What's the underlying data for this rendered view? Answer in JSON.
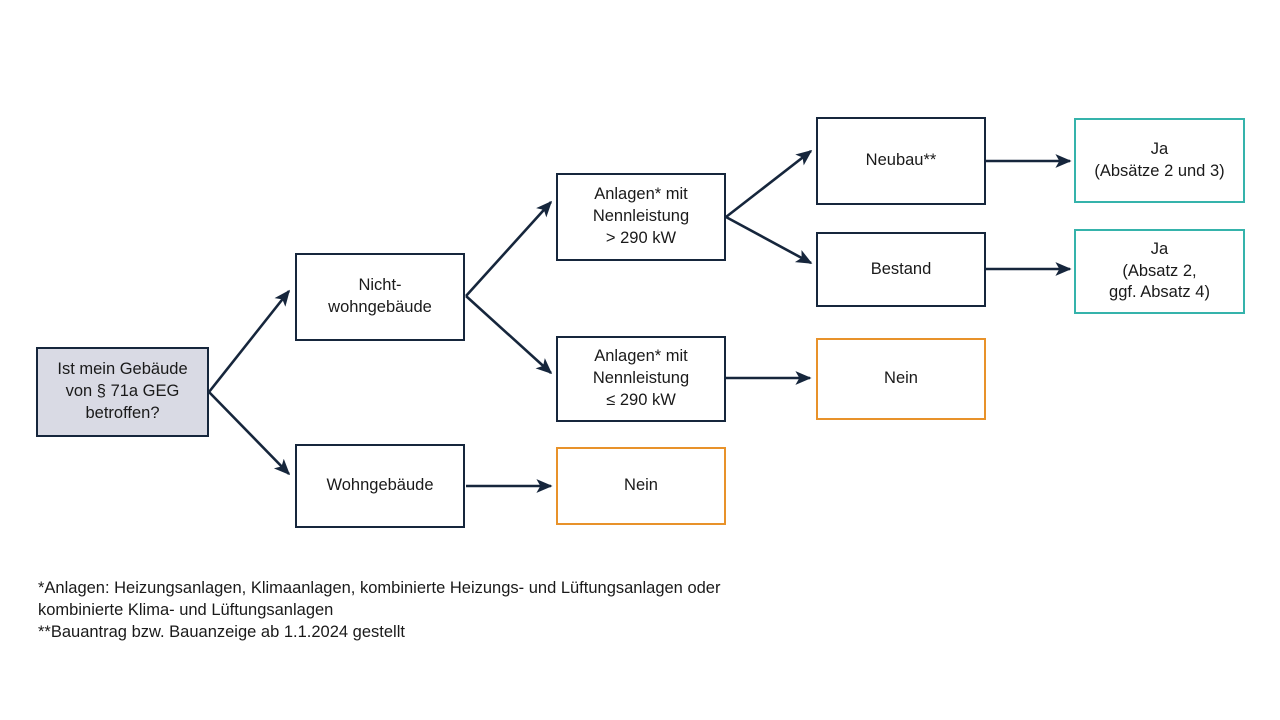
{
  "diagram": {
    "title": "Ist mein Gebäude von § 71a GEG betroffen?",
    "colors": {
      "dark_border": "#16263c",
      "start_fill": "#d9dae4",
      "orange_border": "#e8922a",
      "teal_border": "#35b3ab",
      "arrow": "#16263c",
      "background": "#ffffff"
    },
    "nodes": {
      "start": "Ist mein Gebäude\nvon § 71a GEG\nbetroffen?",
      "nonresidential": "Nicht-\nwohngebäude",
      "residential": "Wohngebäude",
      "power_above": "Anlagen* mit\nNennleistung\n> 290 kW",
      "power_below": "Anlagen* mit\nNennleistung\n≤ 290 kW",
      "new_build": "Neubau**",
      "existing": "Bestand",
      "yes_2_3": "Ja\n(Absätze 2 und 3)",
      "yes_2_4": "Ja\n(Absatz 2,\nggf. Absatz 4)",
      "no_nonres": "Nein",
      "no_res": "Nein"
    },
    "footnotes": {
      "line1": "*Anlagen: Heizungsanlagen, Klimaanlagen, kombinierte Heizungs- und Lüftungsanlagen oder",
      "line2": "  kombinierte Klima- und Lüftungsanlagen",
      "line3": "**Bauantrag bzw. Bauanzeige ab 1.1.2024 gestellt"
    }
  }
}
